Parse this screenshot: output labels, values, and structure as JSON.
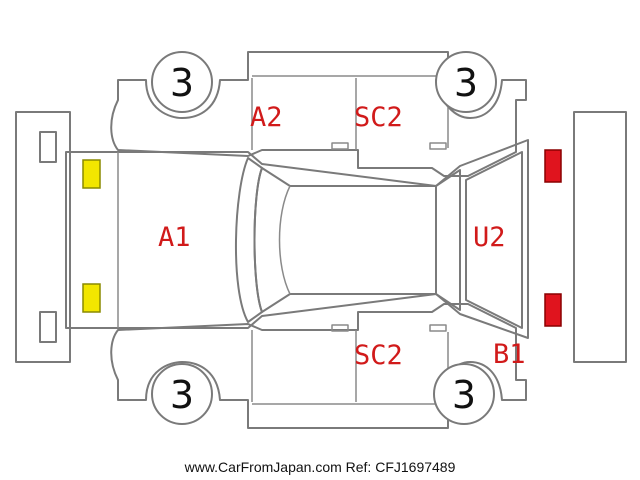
{
  "wheels": {
    "front_left": {
      "value": "3"
    },
    "front_right": {
      "value": "3"
    },
    "rear_left": {
      "value": "3"
    },
    "rear_right": {
      "value": "3"
    }
  },
  "damage_codes": {
    "hood": "A1",
    "roof_left_front_pillar": "A2",
    "left_rear_door": "SC2",
    "right_rear_door": "SC2",
    "rear_hatch": "U2",
    "rear_bumper_corner": "B1"
  },
  "markers": {
    "front_lights_color": "#f2e600",
    "rear_lights_color": "#e0141e"
  },
  "footer": {
    "text": "www.CarFromJapan.com Ref: CFJ1697489"
  }
}
